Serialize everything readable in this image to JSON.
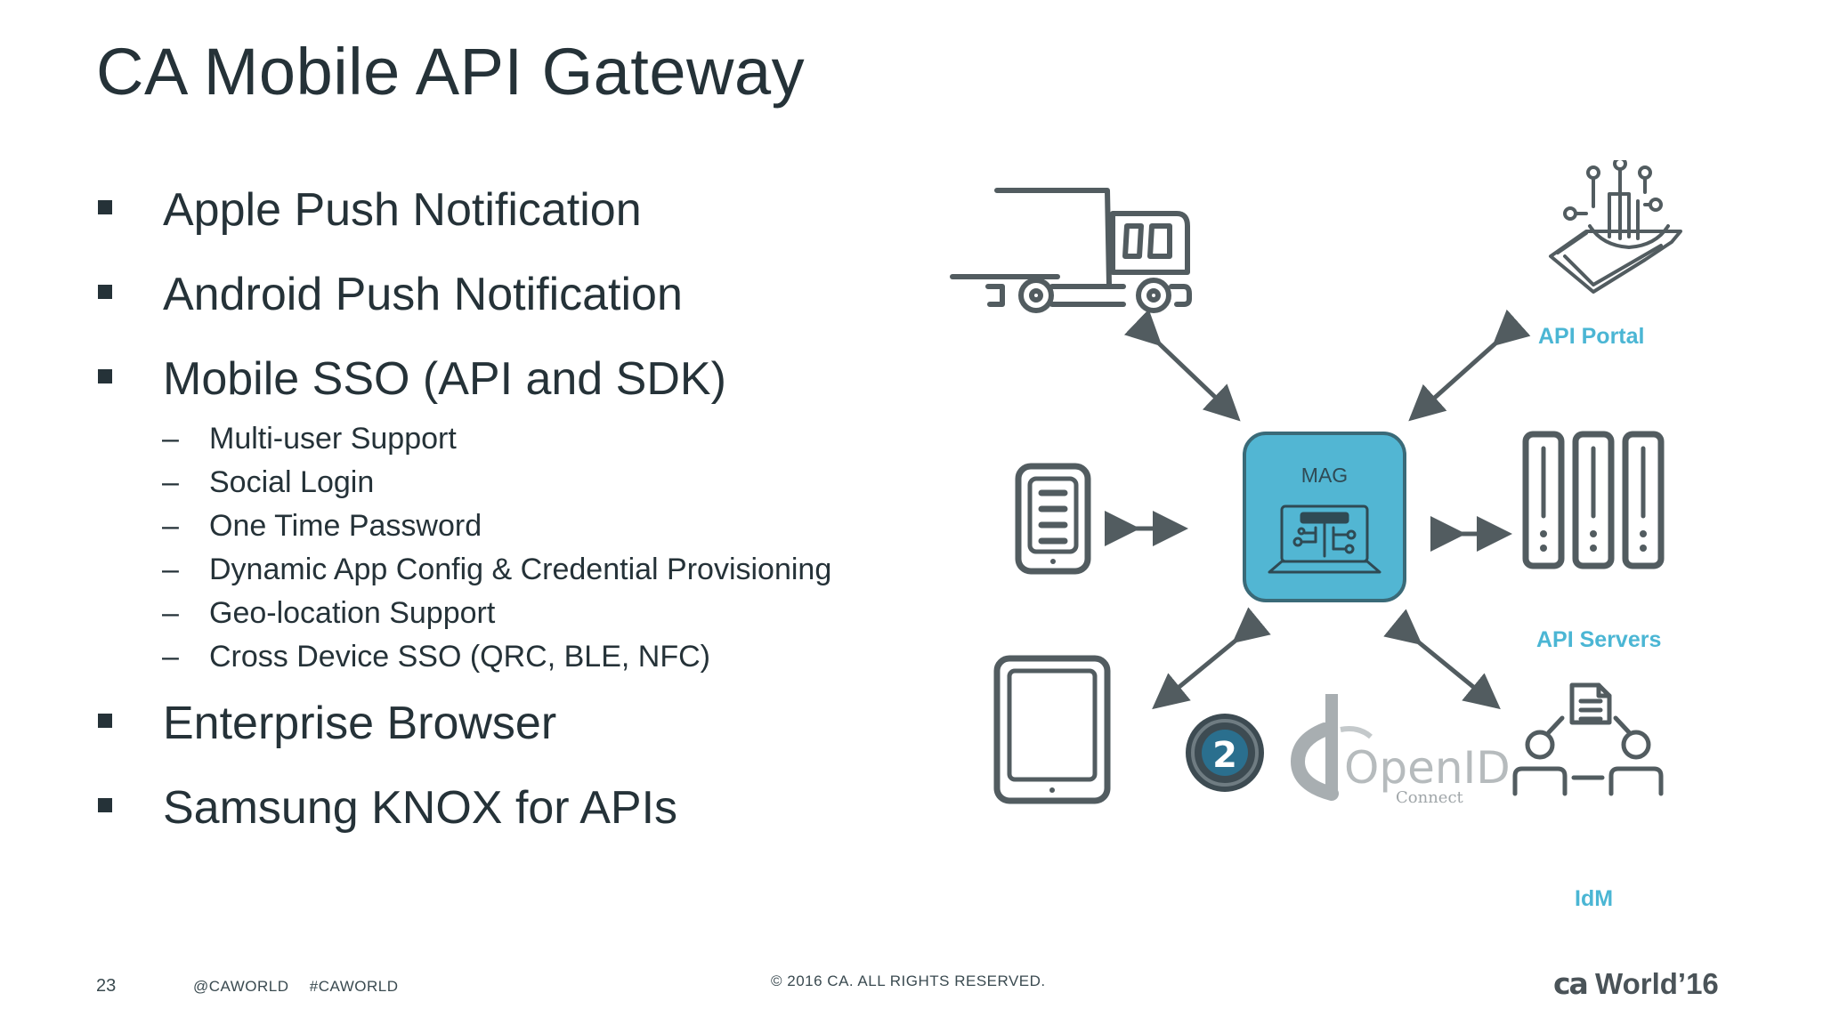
{
  "slide": {
    "title": "CA Mobile API Gateway"
  },
  "bullets": [
    {
      "level": 1,
      "text": "Apple Push Notification"
    },
    {
      "level": 1,
      "text": "Android Push Notification"
    },
    {
      "level": 1,
      "text": "Mobile SSO (API and SDK)"
    },
    {
      "level": 2,
      "text": "Multi-user Support"
    },
    {
      "level": 2,
      "text": "Social Login"
    },
    {
      "level": 2,
      "text": "One Time Password"
    },
    {
      "level": 2,
      "text": "Dynamic App Config & Credential Provisioning"
    },
    {
      "level": 2,
      "text": "Geo-location Support"
    },
    {
      "level": 2,
      "text": "Cross Device SSO (QRC, BLE, NFC)"
    },
    {
      "level": 1,
      "text": "Enterprise Browser"
    },
    {
      "level": 1,
      "text": "Samsung KNOX for APIs"
    }
  ],
  "diagram": {
    "center_label": "MAG",
    "api_portal_label": "API Portal",
    "api_servers_label": "API Servers",
    "idm_label": "IdM",
    "openid_text": "OpenID",
    "openid_sub": "Connect",
    "oauth_number": "2",
    "icons": [
      "truck-icon",
      "phone-icon",
      "tablet-icon",
      "api-portal-icon",
      "server-rack-icon",
      "idm-icon",
      "oauth2-logo",
      "openid-connect-logo",
      "laptop-circuit-icon"
    ],
    "colors": {
      "accent": "#4bb6d4",
      "icon_stroke": "#525c60",
      "mag_fill": "#52b6d3"
    }
  },
  "footer": {
    "page_number": "23",
    "handle": "@CAWORLD",
    "hashtag": "#CAWORLD",
    "copyright": "© 2016 CA. ALL RIGHTS RESERVED.",
    "brand_ca": "ca",
    "brand_world": "World",
    "brand_year": "’16"
  }
}
